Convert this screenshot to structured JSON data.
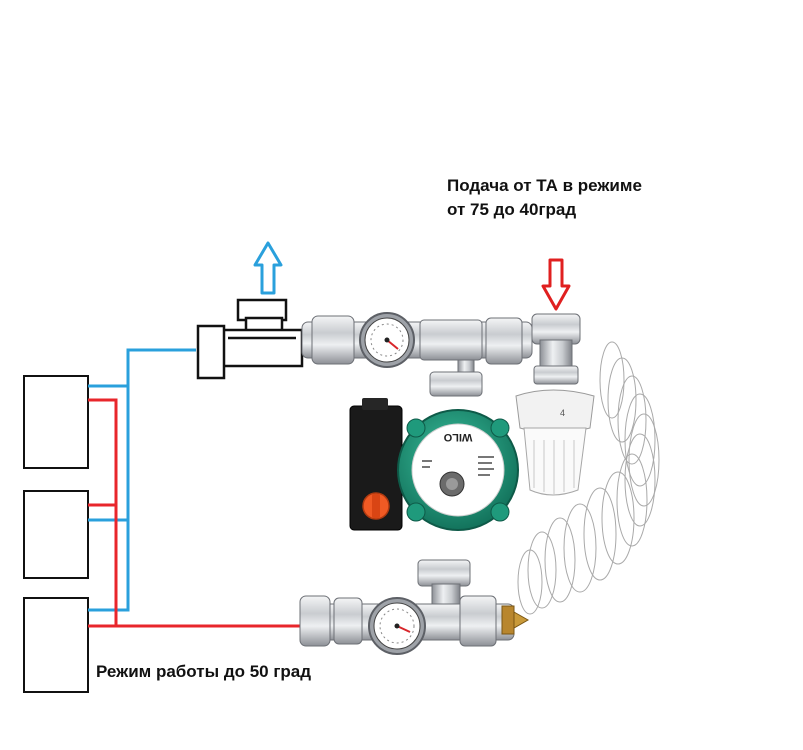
{
  "labels": {
    "supply_line1": "Подача от ТА в режиме",
    "supply_line2": "от 75 до 40град",
    "mode": "Режим работы до 50 град"
  },
  "pump": {
    "brand": "WILO"
  },
  "colors": {
    "hot_line": "#e8262b",
    "cold_line": "#2aa0dc",
    "supply_arrow": "#e02020",
    "return_arrow": "#2aa0dc",
    "pump_body": "#1f9a7c",
    "pump_button": "#f05a24",
    "chrome": "#c9ccd0",
    "outline": "#111111"
  },
  "icons": {
    "supply_arrow": "arrow-down-icon",
    "return_arrow": "arrow-up-icon",
    "gauges": "pressure-gauge-icon",
    "thermostat": "thermostatic-head-icon"
  }
}
